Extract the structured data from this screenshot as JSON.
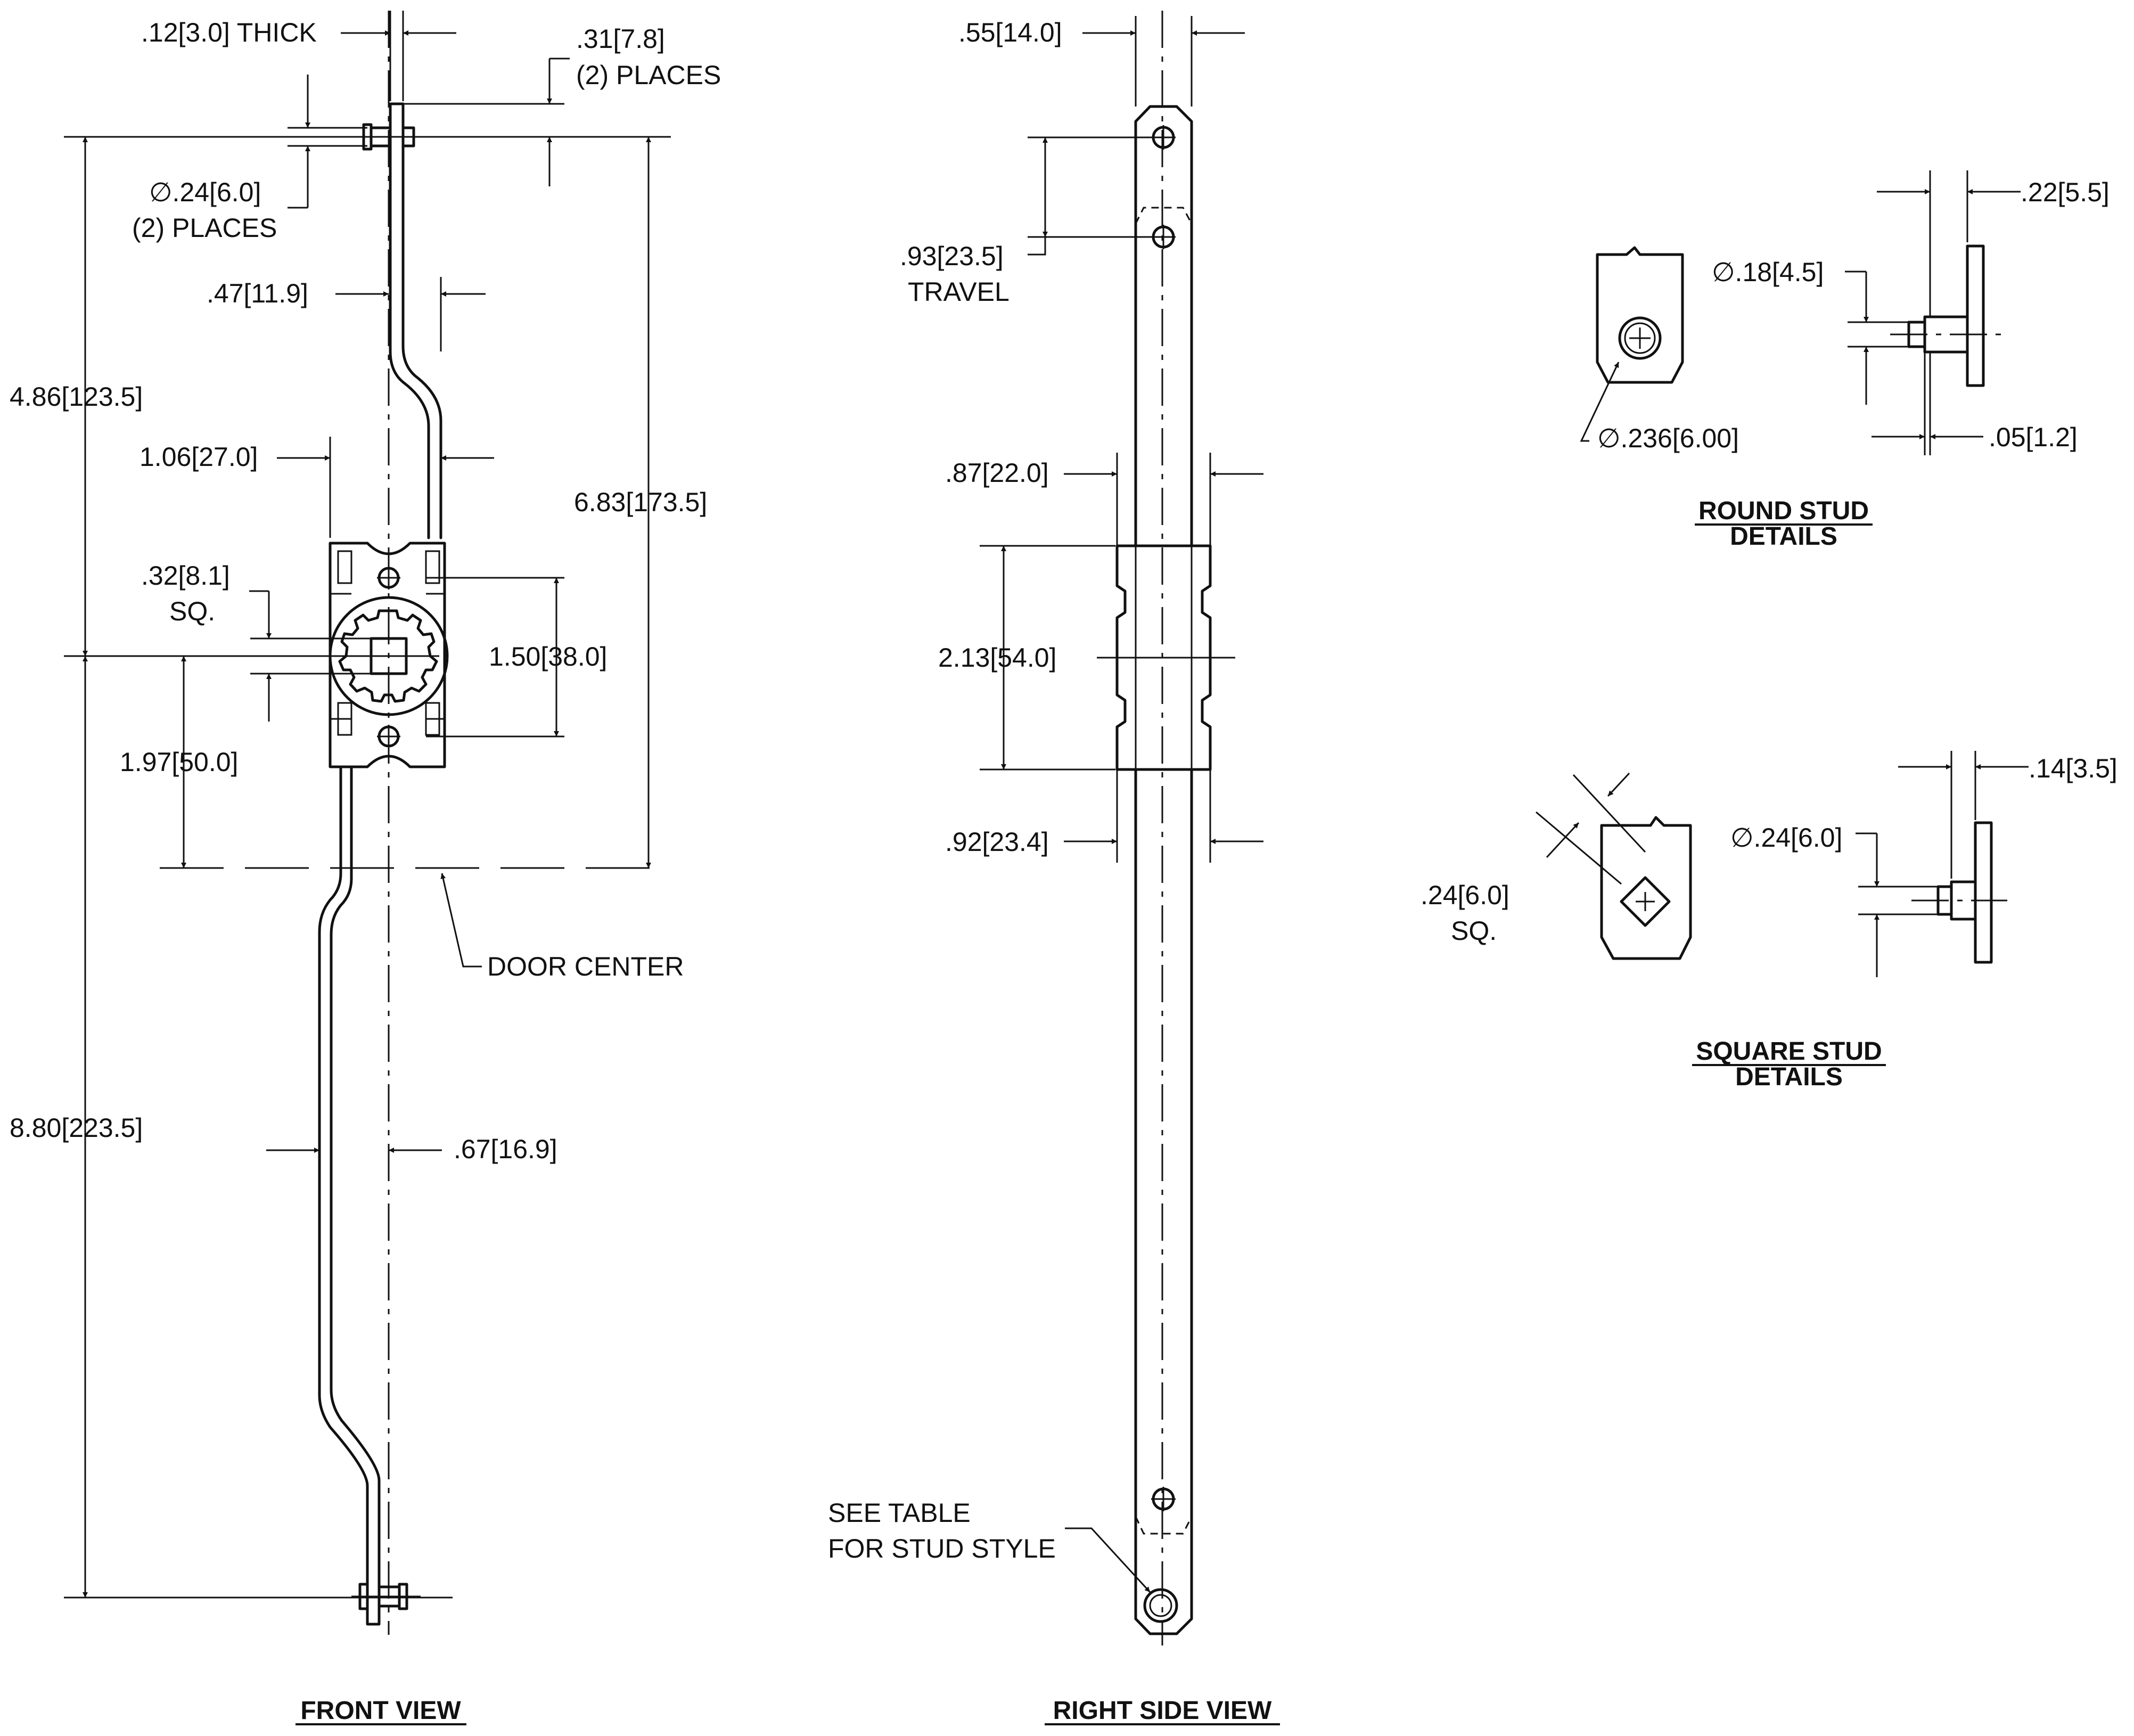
{
  "views": {
    "front_label": "FRONT VIEW",
    "side_label": "RIGHT SIDE VIEW",
    "round_label_1": "ROUND STUD",
    "round_label_2": "DETAILS",
    "square_label_1": "SQUARE STUD",
    "square_label_2": "DETAILS"
  },
  "front": {
    "thick": ".12[3.0] THICK",
    "d31": ".31[7.8]",
    "d31_note": "(2) PLACES",
    "dia24": "∅.24[6.0]",
    "dia24_note": "(2) PLACES",
    "d47": ".47[11.9]",
    "d486": "4.86[123.5]",
    "d106": "1.06[27.0]",
    "d683": "6.83[173.5]",
    "d32": ".32[8.1]",
    "d32_note": "SQ.",
    "d150": "1.50[38.0]",
    "d197": "1.97[50.0]",
    "door_center": "DOOR CENTER",
    "d880": "8.80[223.5]",
    "d67": ".67[16.9]"
  },
  "side": {
    "d55": ".55[14.0]",
    "d93": ".93[23.5]",
    "d93_note": "TRAVEL",
    "d87": ".87[22.0]",
    "d213": "2.13[54.0]",
    "d92": ".92[23.4]",
    "note_1": "SEE TABLE",
    "note_2": "FOR STUD STYLE"
  },
  "round_stud": {
    "d22": ".22[5.5]",
    "dia18": "∅.18[4.5]",
    "dia236": "∅.236[6.00]",
    "d05": ".05[1.2]"
  },
  "square_stud": {
    "d14": ".14[3.5]",
    "dia24": "∅.24[6.0]",
    "d24": ".24[6.0]",
    "d24_note": "SQ."
  }
}
